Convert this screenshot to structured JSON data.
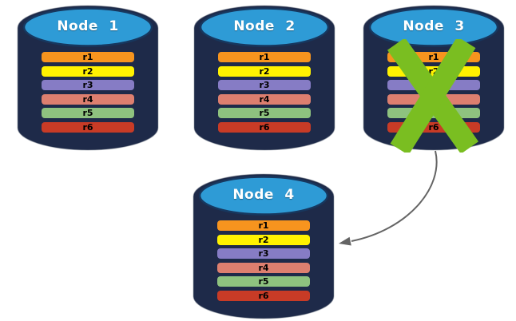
{
  "diagram_type": "database-replication-failover",
  "colors": {
    "cylinder_body": "#1e2a49",
    "cylinder_top": "#2e9bd6",
    "bar_text": "#000000",
    "title_text": "#ffffff"
  },
  "arrow": {
    "color": "#646464"
  },
  "x_mark": {
    "color": "#7abe21"
  },
  "nodes": [
    {
      "title": "Node 1",
      "failed": false,
      "replicas": [
        {
          "label": "r1",
          "color": "#f7941e"
        },
        {
          "label": "r2",
          "color": "#fff200"
        },
        {
          "label": "r3",
          "color": "#867cc5"
        },
        {
          "label": "r4",
          "color": "#dd7f6f"
        },
        {
          "label": "r5",
          "color": "#8ec27f"
        },
        {
          "label": "r6",
          "color": "#c83b26"
        }
      ]
    },
    {
      "title": "Node 2",
      "failed": false,
      "replicas": [
        {
          "label": "r1",
          "color": "#f7941e"
        },
        {
          "label": "r2",
          "color": "#fff200"
        },
        {
          "label": "r3",
          "color": "#867cc5"
        },
        {
          "label": "r4",
          "color": "#dd7f6f"
        },
        {
          "label": "r5",
          "color": "#8ec27f"
        },
        {
          "label": "r6",
          "color": "#c83b26"
        }
      ]
    },
    {
      "title": "Node 3",
      "failed": true,
      "replicas": [
        {
          "label": "r1",
          "color": "#f7941e"
        },
        {
          "label": "r2",
          "color": "#fff200"
        },
        {
          "label": "r3",
          "color": "#867cc5"
        },
        {
          "label": "r4",
          "color": "#dd7f6f"
        },
        {
          "label": "r5",
          "color": "#8ec27f"
        },
        {
          "label": "r6",
          "color": "#c83b26"
        }
      ]
    },
    {
      "title": "Node 4",
      "failed": false,
      "replicas": [
        {
          "label": "r1",
          "color": "#f7941e"
        },
        {
          "label": "r2",
          "color": "#fff200"
        },
        {
          "label": "r3",
          "color": "#867cc5"
        },
        {
          "label": "r4",
          "color": "#dd7f6f"
        },
        {
          "label": "r5",
          "color": "#8ec27f"
        },
        {
          "label": "r6",
          "color": "#c83b26"
        }
      ]
    }
  ]
}
